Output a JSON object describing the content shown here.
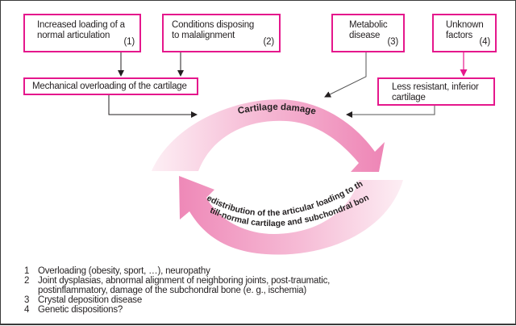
{
  "boxes": {
    "increased_loading": {
      "text_line1": "Increased loading of a",
      "text_line2": "normal articulation",
      "ref": "(1)"
    },
    "malalignment": {
      "text_line1": "Conditions disposing",
      "text_line2": "to malalignment",
      "ref": "(2)"
    },
    "metabolic": {
      "text_line1": "Metabolic",
      "text_line2": "disease",
      "ref": "(3)"
    },
    "unknown": {
      "text_line1": "Unknown",
      "text_line2": "factors",
      "ref": "(4)"
    },
    "mechanical_overloading": {
      "text": "Mechanical overloading of the cartilage"
    },
    "less_resistant": {
      "text_line1": "Less resistant, inferior",
      "text_line2": "cartilage"
    }
  },
  "cycle": {
    "top_label": "Cartilage damage",
    "bottom_label_line1": "Redistribution of the articular loading to the",
    "bottom_label_line2": "still-normal cartilage and subchondral bone"
  },
  "colors": {
    "box_border": "#e5178c",
    "arrow_dark": "#231f20",
    "arrow_pink": "#e5178c",
    "arc_dark": "#ee86b6",
    "arc_light": "#fbe3ee"
  },
  "notes": [
    {
      "num": "1",
      "text": "Overloading (obesity, sport, …), neuropathy"
    },
    {
      "num": "2",
      "text": "Joint dysplasias, abnormal alignment of neighboring joints, post-traumatic, postinflammatory, damage of the subchondral bone (e. g., ischemia)"
    },
    {
      "num": "3",
      "text": "Crystal deposition disease"
    },
    {
      "num": "4",
      "text": "Genetic dispositions?"
    }
  ]
}
